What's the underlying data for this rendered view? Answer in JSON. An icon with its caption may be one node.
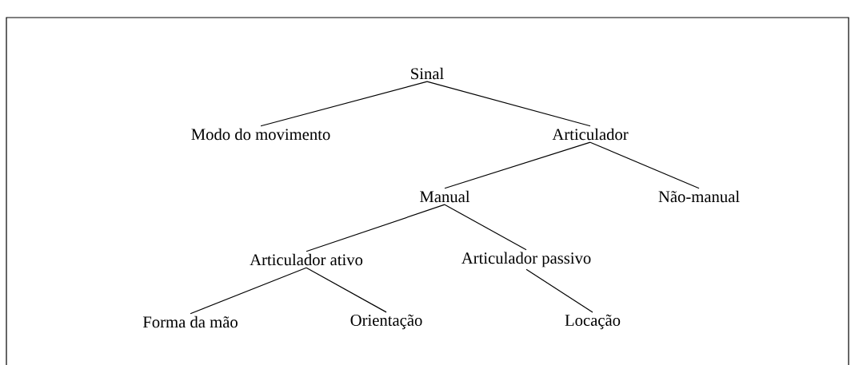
{
  "diagram": {
    "nodes": [
      {
        "text": [
          "Sinal"
        ]
      },
      {
        "text": [
          "Modo do movimento"
        ]
      },
      {
        "text": [
          "Articulador"
        ]
      },
      {
        "text": [
          "Manual"
        ]
      },
      {
        "text": [
          "Não-manual"
        ]
      },
      {
        "text": [
          "Articulador ativo"
        ]
      },
      {
        "text": [
          "Articulador passivo"
        ]
      },
      {
        "text": [
          "Forma da mão"
        ]
      },
      {
        "text": [
          "Orientação"
        ]
      },
      {
        "text": [
          "Locação"
        ]
      }
    ],
    "edges": [
      {
        "from": 0,
        "to": 1,
        "arrow": "none"
      },
      {
        "from": 0,
        "to": 2,
        "arrow": "none"
      },
      {
        "from": 2,
        "to": 3,
        "arrow": "none"
      },
      {
        "from": 2,
        "to": 4,
        "arrow": "none"
      },
      {
        "from": 3,
        "to": 5,
        "arrow": "none"
      },
      {
        "from": 3,
        "to": 6,
        "arrow": "none"
      },
      {
        "from": 5,
        "to": 7,
        "arrow": "none"
      },
      {
        "from": 5,
        "to": 8,
        "arrow": "none"
      },
      {
        "from": 6,
        "to": 9,
        "arrow": "none"
      }
    ]
  }
}
